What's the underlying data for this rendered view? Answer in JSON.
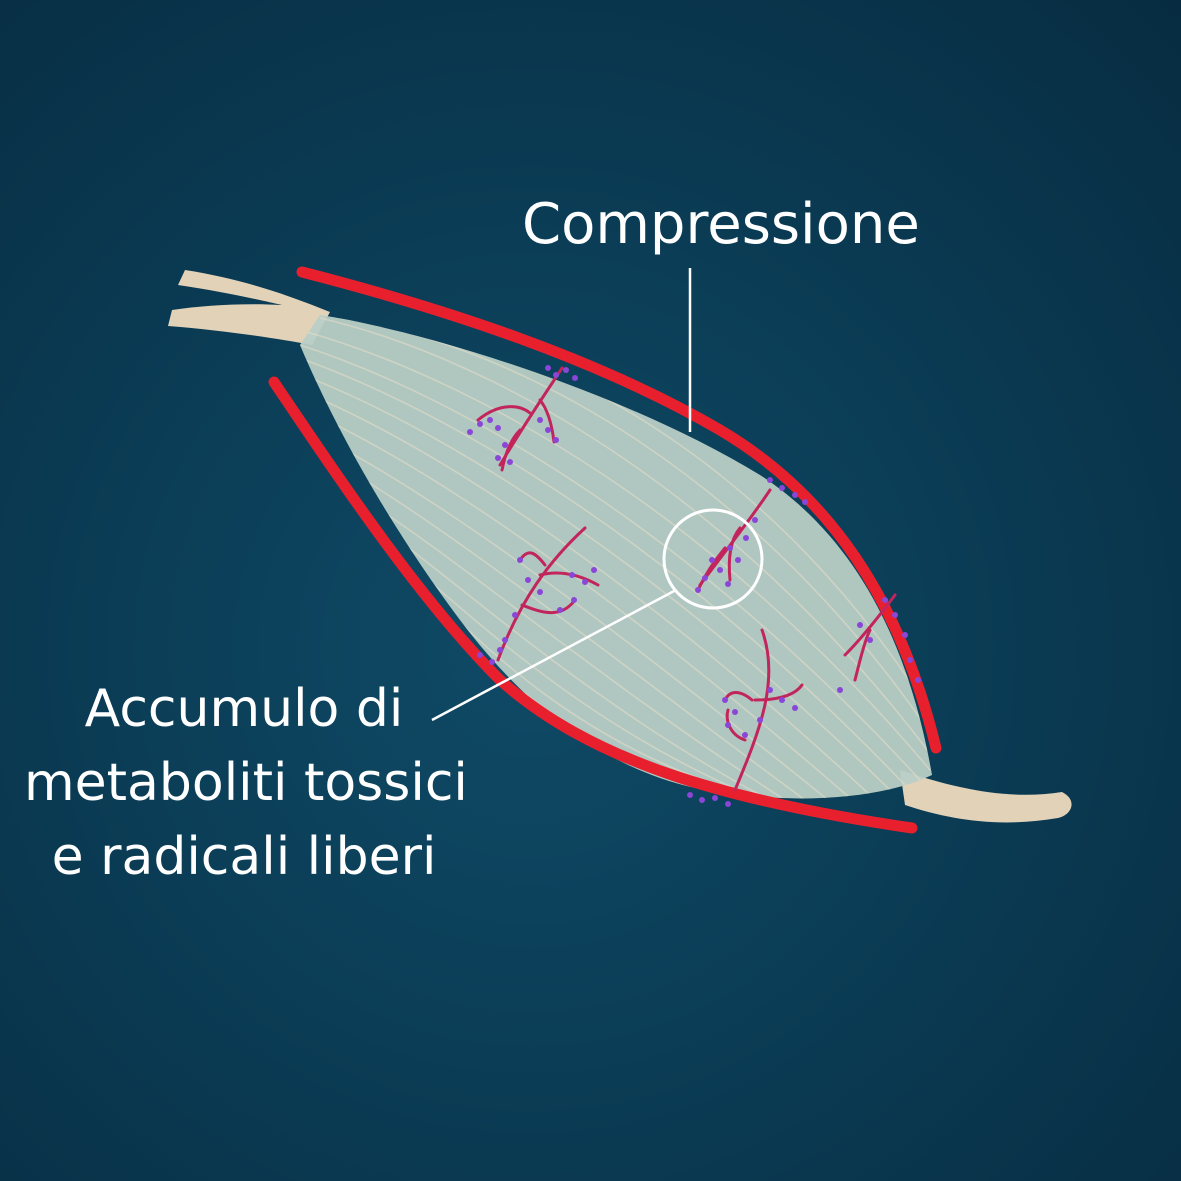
{
  "labels": {
    "compression": "Compressione",
    "accumulation_lines": [
      "Accumulo di",
      "metaboliti tossici",
      "e radicali liberi"
    ]
  },
  "colors": {
    "background": "#0b3d56",
    "muscle_fill": "#b9cfc6",
    "fiber_lines": "#e8ddc8",
    "tendon": "#e2d2b8",
    "fascia_red": "#e8202e",
    "vessel": "#c2255c",
    "metabolite_dots": "#8a46d6",
    "callout_lines": "#ffffff"
  },
  "icons": {
    "callout_circle": "highlight-circle-icon"
  }
}
